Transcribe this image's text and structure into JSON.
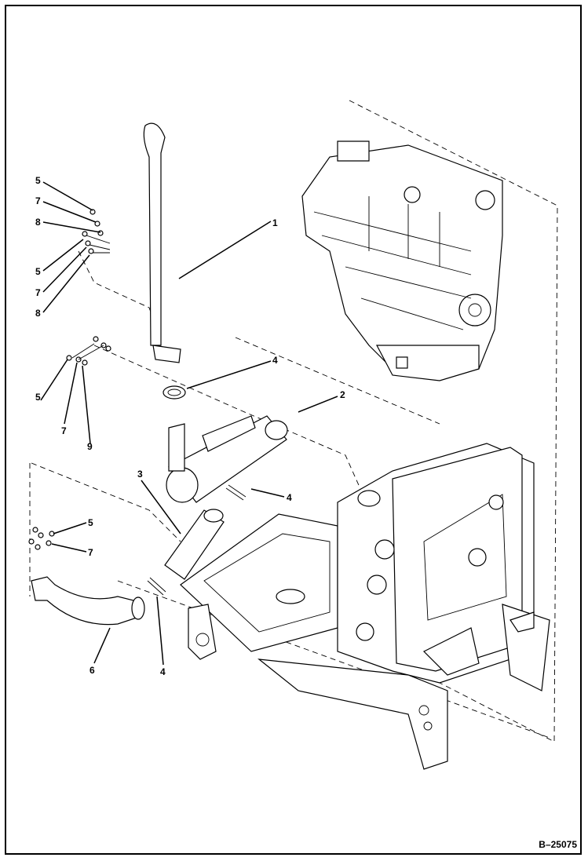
{
  "figure_id": "B–25075",
  "callouts": [
    {
      "id": "c1",
      "text": "1"
    },
    {
      "id": "c2",
      "text": "2"
    },
    {
      "id": "c3",
      "text": "3"
    },
    {
      "id": "c4a",
      "text": "4"
    },
    {
      "id": "c4b",
      "text": "4"
    },
    {
      "id": "c4c",
      "text": "4"
    },
    {
      "id": "c5a",
      "text": "5"
    },
    {
      "id": "c7a",
      "text": "7"
    },
    {
      "id": "c8a",
      "text": "8"
    },
    {
      "id": "c5b",
      "text": "5"
    },
    {
      "id": "c7b",
      "text": "7"
    },
    {
      "id": "c8b",
      "text": "8"
    },
    {
      "id": "c5c",
      "text": "5"
    },
    {
      "id": "c7c",
      "text": "7"
    },
    {
      "id": "c9",
      "text": "9"
    },
    {
      "id": "c5d",
      "text": "5"
    },
    {
      "id": "c7d",
      "text": "7"
    },
    {
      "id": "c6",
      "text": "6"
    }
  ]
}
